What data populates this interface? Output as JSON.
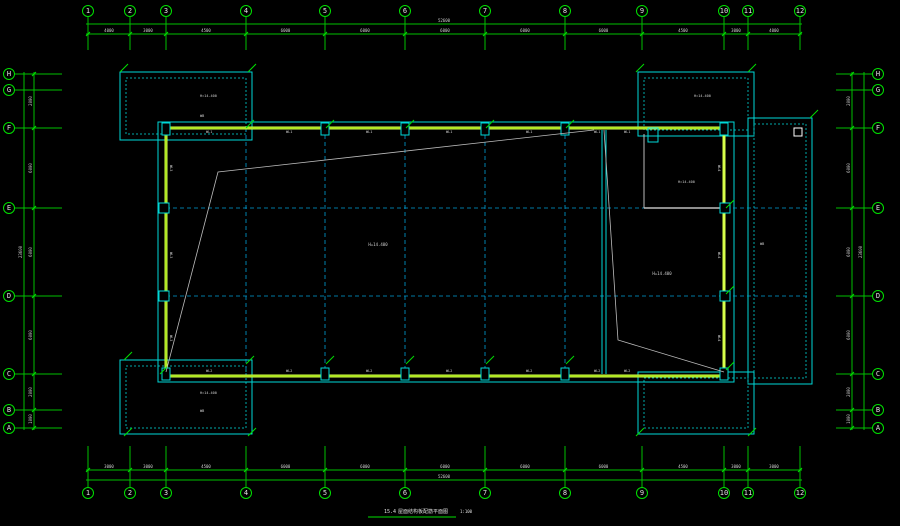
{
  "drawing": {
    "background": "#000000",
    "title": "屋面结构板配筋平面图",
    "title_prefix": "15.4",
    "scale": "1:100",
    "overall_dimension_label": "52600",
    "vertical_total_label": "23600",
    "colors": {
      "axis": "#00c000",
      "wall": "#00d8d8",
      "beam": "#d6ff4a",
      "grid_dash": "#00a0d8",
      "text": "#d0d0d0"
    }
  },
  "axes_h": {
    "labels": [
      "1",
      "2",
      "3",
      "4",
      "5",
      "6",
      "7",
      "8",
      "9",
      "10",
      "11",
      "12"
    ]
  },
  "axes_v": {
    "labels": [
      "H",
      "G",
      "F",
      "E",
      "D",
      "C",
      "B",
      "A"
    ]
  },
  "dims_top": {
    "segments": [
      "4000",
      "3000",
      "4500",
      "6000",
      "6000",
      "6000",
      "6000",
      "6000",
      "4500",
      "3000",
      "4000"
    ]
  },
  "dims_bottom": {
    "segments": [
      "3000",
      "3000",
      "4500",
      "6000",
      "6000",
      "6000",
      "6000",
      "6000",
      "4500",
      "3000",
      "3000"
    ]
  },
  "dims_left": {
    "segments": [
      "2000",
      "6000",
      "6000",
      "6000",
      "2000",
      "1000"
    ]
  },
  "dims_right": {
    "segments": [
      "2000",
      "6000",
      "6000",
      "6000",
      "2000",
      "1000"
    ]
  },
  "rooms": {
    "main_label": "H=14.400",
    "right_hall_label": "H=14.400",
    "corner_label_1": "H=14.400",
    "corner_label_2": "H=14.400",
    "corner_label_3": "H=14.400",
    "corner_label_4": "H=14.400",
    "room_tag_1": "WB",
    "room_tag_2": "WB",
    "room_tag_3": "WB"
  },
  "beam_tags": {
    "top": [
      "WL1",
      "WL1",
      "WL1",
      "WL1",
      "WL1",
      "WL1",
      "WL1"
    ],
    "bottom": [
      "WL2",
      "WL2",
      "WL2",
      "WL2",
      "WL2",
      "WL2",
      "WL2"
    ],
    "left": [
      "WL3",
      "WL3",
      "WL3"
    ],
    "right": [
      "WL4",
      "WL4",
      "WL4"
    ]
  }
}
